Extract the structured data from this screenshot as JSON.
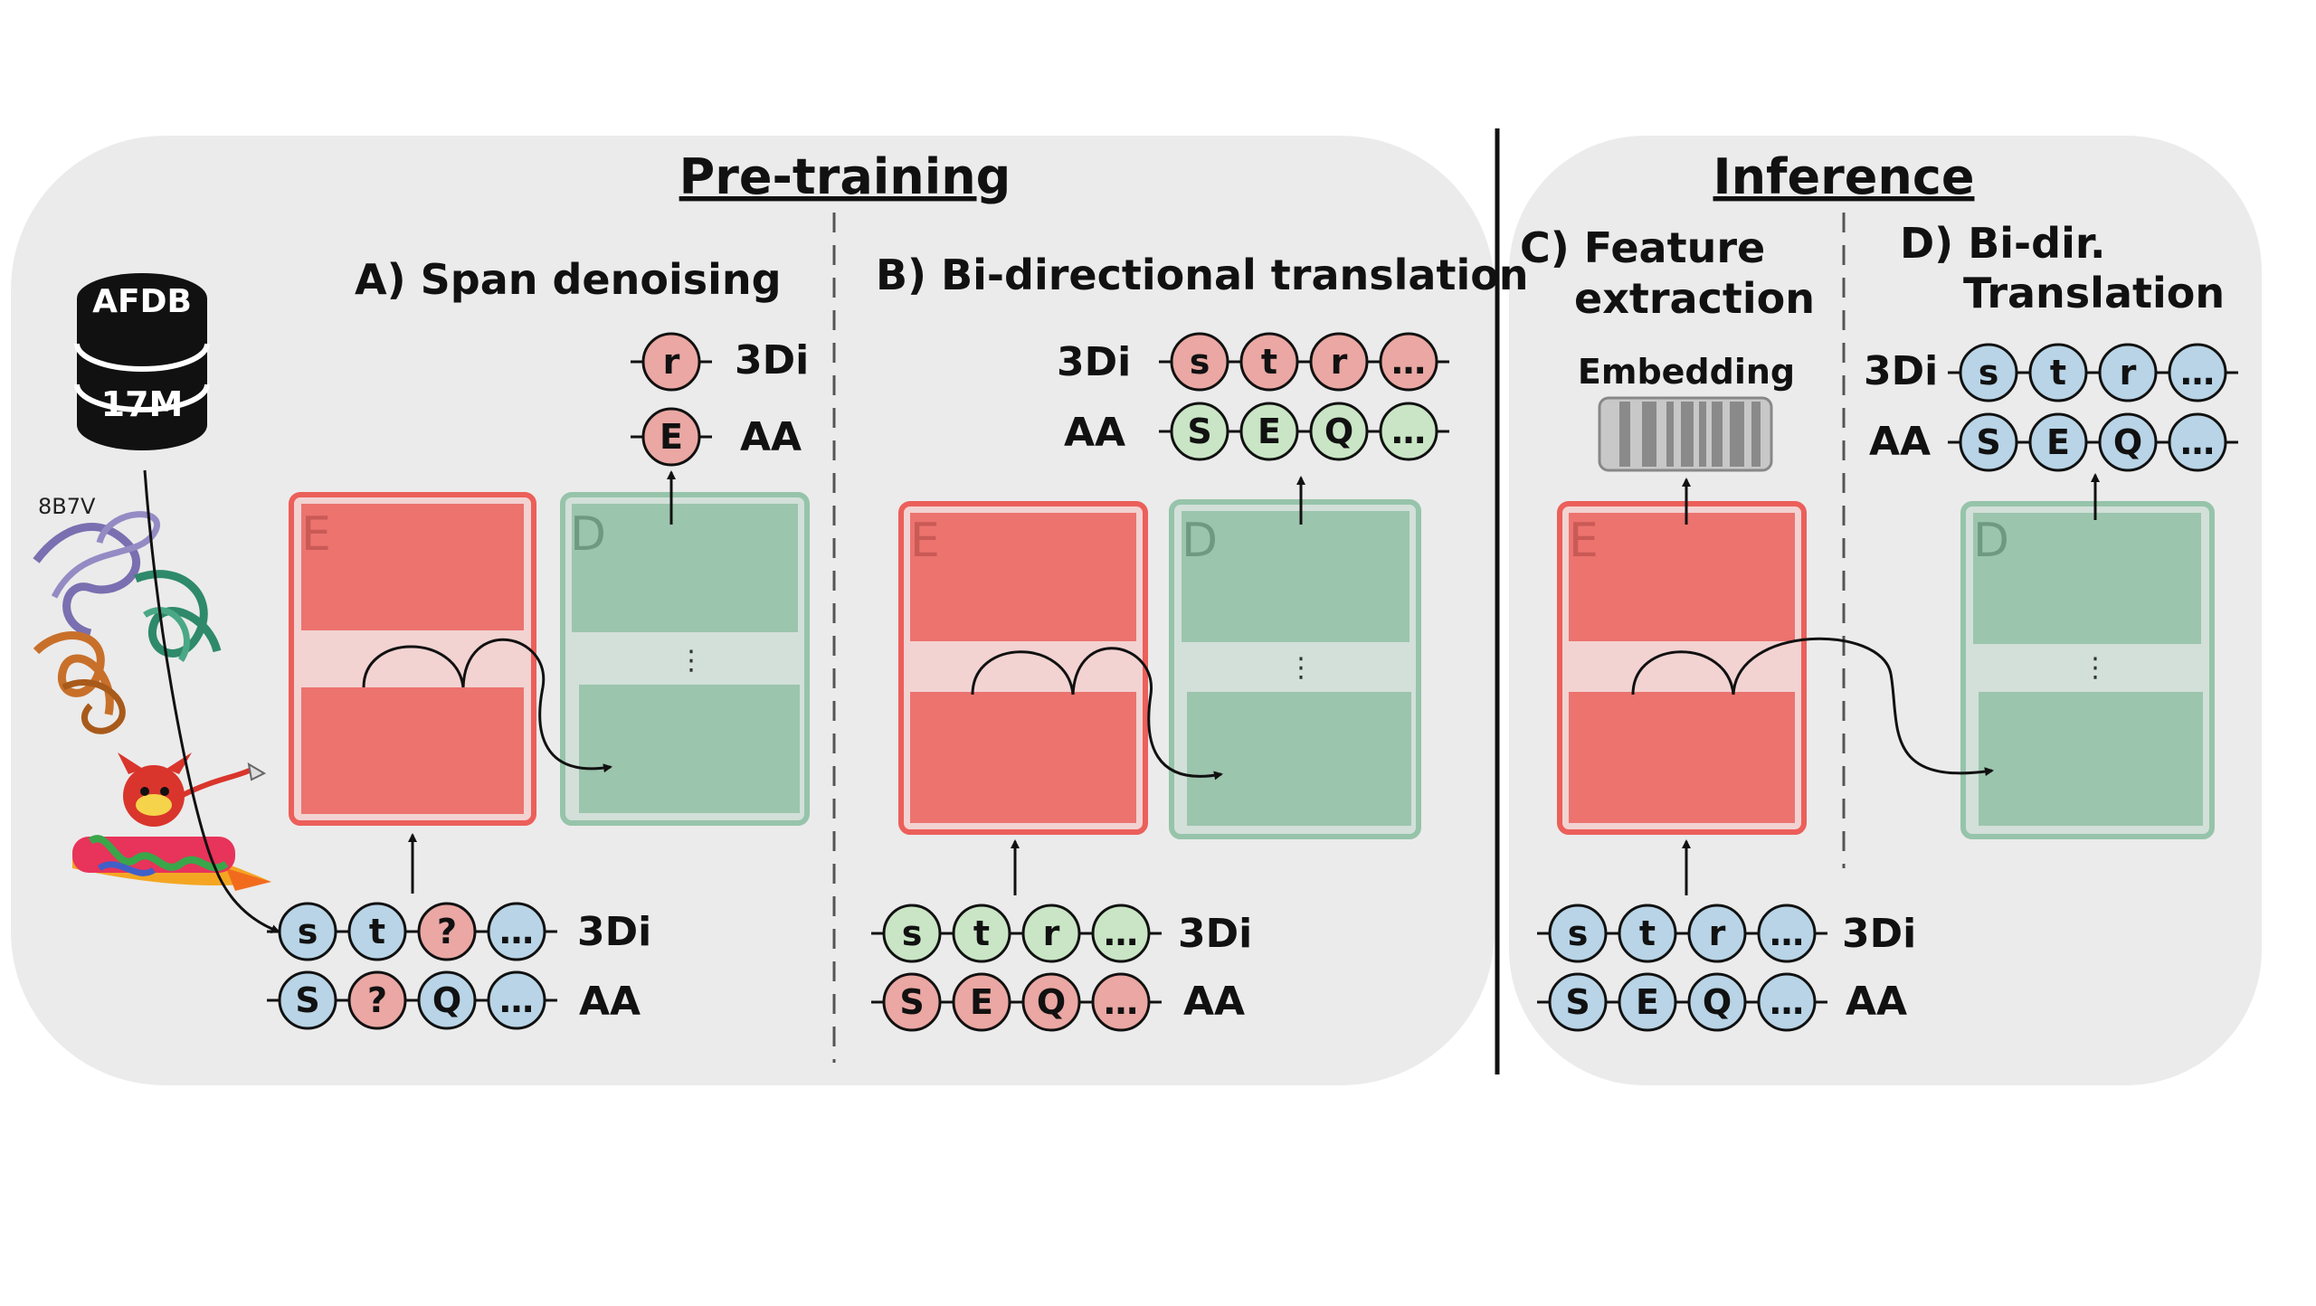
{
  "pretraining": {
    "title": "Pre-training",
    "section_a": "A) Span denoising",
    "section_b": "B) Bi-directional translation"
  },
  "inference": {
    "title": "Inference",
    "section_c_line1": "C) Feature",
    "section_c_line2": "extraction",
    "section_d_line1": "D) Bi-dir.",
    "section_d_line2": "Translation",
    "embedding_label": "Embedding"
  },
  "database": {
    "name": "AFDB",
    "size": "17M"
  },
  "pdb_id": "8B7V",
  "labels": {
    "three_di": "3Di",
    "aa": "AA"
  },
  "encoder_letter": "E",
  "decoder_letter": "D",
  "ellipsis": "⋮",
  "colors": {
    "blue": "#b8d4e6",
    "red": "#eaa7a3",
    "green": "#c9e5c5",
    "encoder": "#ec736e",
    "decoder": "#9cc5ad",
    "panel": "#ebebeb"
  },
  "token_rows": {
    "a_input_3di": [
      {
        "t": "s",
        "c": "blue"
      },
      {
        "t": "t",
        "c": "blue"
      },
      {
        "t": "?",
        "c": "red"
      },
      {
        "t": "…",
        "c": "blue"
      }
    ],
    "a_input_aa": [
      {
        "t": "S",
        "c": "blue"
      },
      {
        "t": "?",
        "c": "red"
      },
      {
        "t": "Q",
        "c": "blue"
      },
      {
        "t": "…",
        "c": "blue"
      }
    ],
    "a_output_3di": [
      {
        "t": "r",
        "c": "red"
      }
    ],
    "a_output_aa": [
      {
        "t": "E",
        "c": "red"
      }
    ],
    "b_input_3di": [
      {
        "t": "s",
        "c": "green"
      },
      {
        "t": "t",
        "c": "green"
      },
      {
        "t": "r",
        "c": "green"
      },
      {
        "t": "…",
        "c": "green"
      }
    ],
    "b_input_aa": [
      {
        "t": "S",
        "c": "red"
      },
      {
        "t": "E",
        "c": "red"
      },
      {
        "t": "Q",
        "c": "red"
      },
      {
        "t": "…",
        "c": "red"
      }
    ],
    "b_output_3di": [
      {
        "t": "s",
        "c": "red"
      },
      {
        "t": "t",
        "c": "red"
      },
      {
        "t": "r",
        "c": "red"
      },
      {
        "t": "…",
        "c": "red"
      }
    ],
    "b_output_aa": [
      {
        "t": "S",
        "c": "green"
      },
      {
        "t": "E",
        "c": "green"
      },
      {
        "t": "Q",
        "c": "green"
      },
      {
        "t": "…",
        "c": "green"
      }
    ],
    "c_input_3di": [
      {
        "t": "s",
        "c": "blue"
      },
      {
        "t": "t",
        "c": "blue"
      },
      {
        "t": "r",
        "c": "blue"
      },
      {
        "t": "…",
        "c": "blue"
      }
    ],
    "c_input_aa": [
      {
        "t": "S",
        "c": "blue"
      },
      {
        "t": "E",
        "c": "blue"
      },
      {
        "t": "Q",
        "c": "blue"
      },
      {
        "t": "…",
        "c": "blue"
      }
    ],
    "d_output_3di": [
      {
        "t": "s",
        "c": "blue"
      },
      {
        "t": "t",
        "c": "blue"
      },
      {
        "t": "r",
        "c": "blue"
      },
      {
        "t": "…",
        "c": "blue"
      }
    ],
    "d_output_aa": [
      {
        "t": "S",
        "c": "blue"
      },
      {
        "t": "E",
        "c": "blue"
      },
      {
        "t": "Q",
        "c": "blue"
      },
      {
        "t": "…",
        "c": "blue"
      }
    ]
  }
}
